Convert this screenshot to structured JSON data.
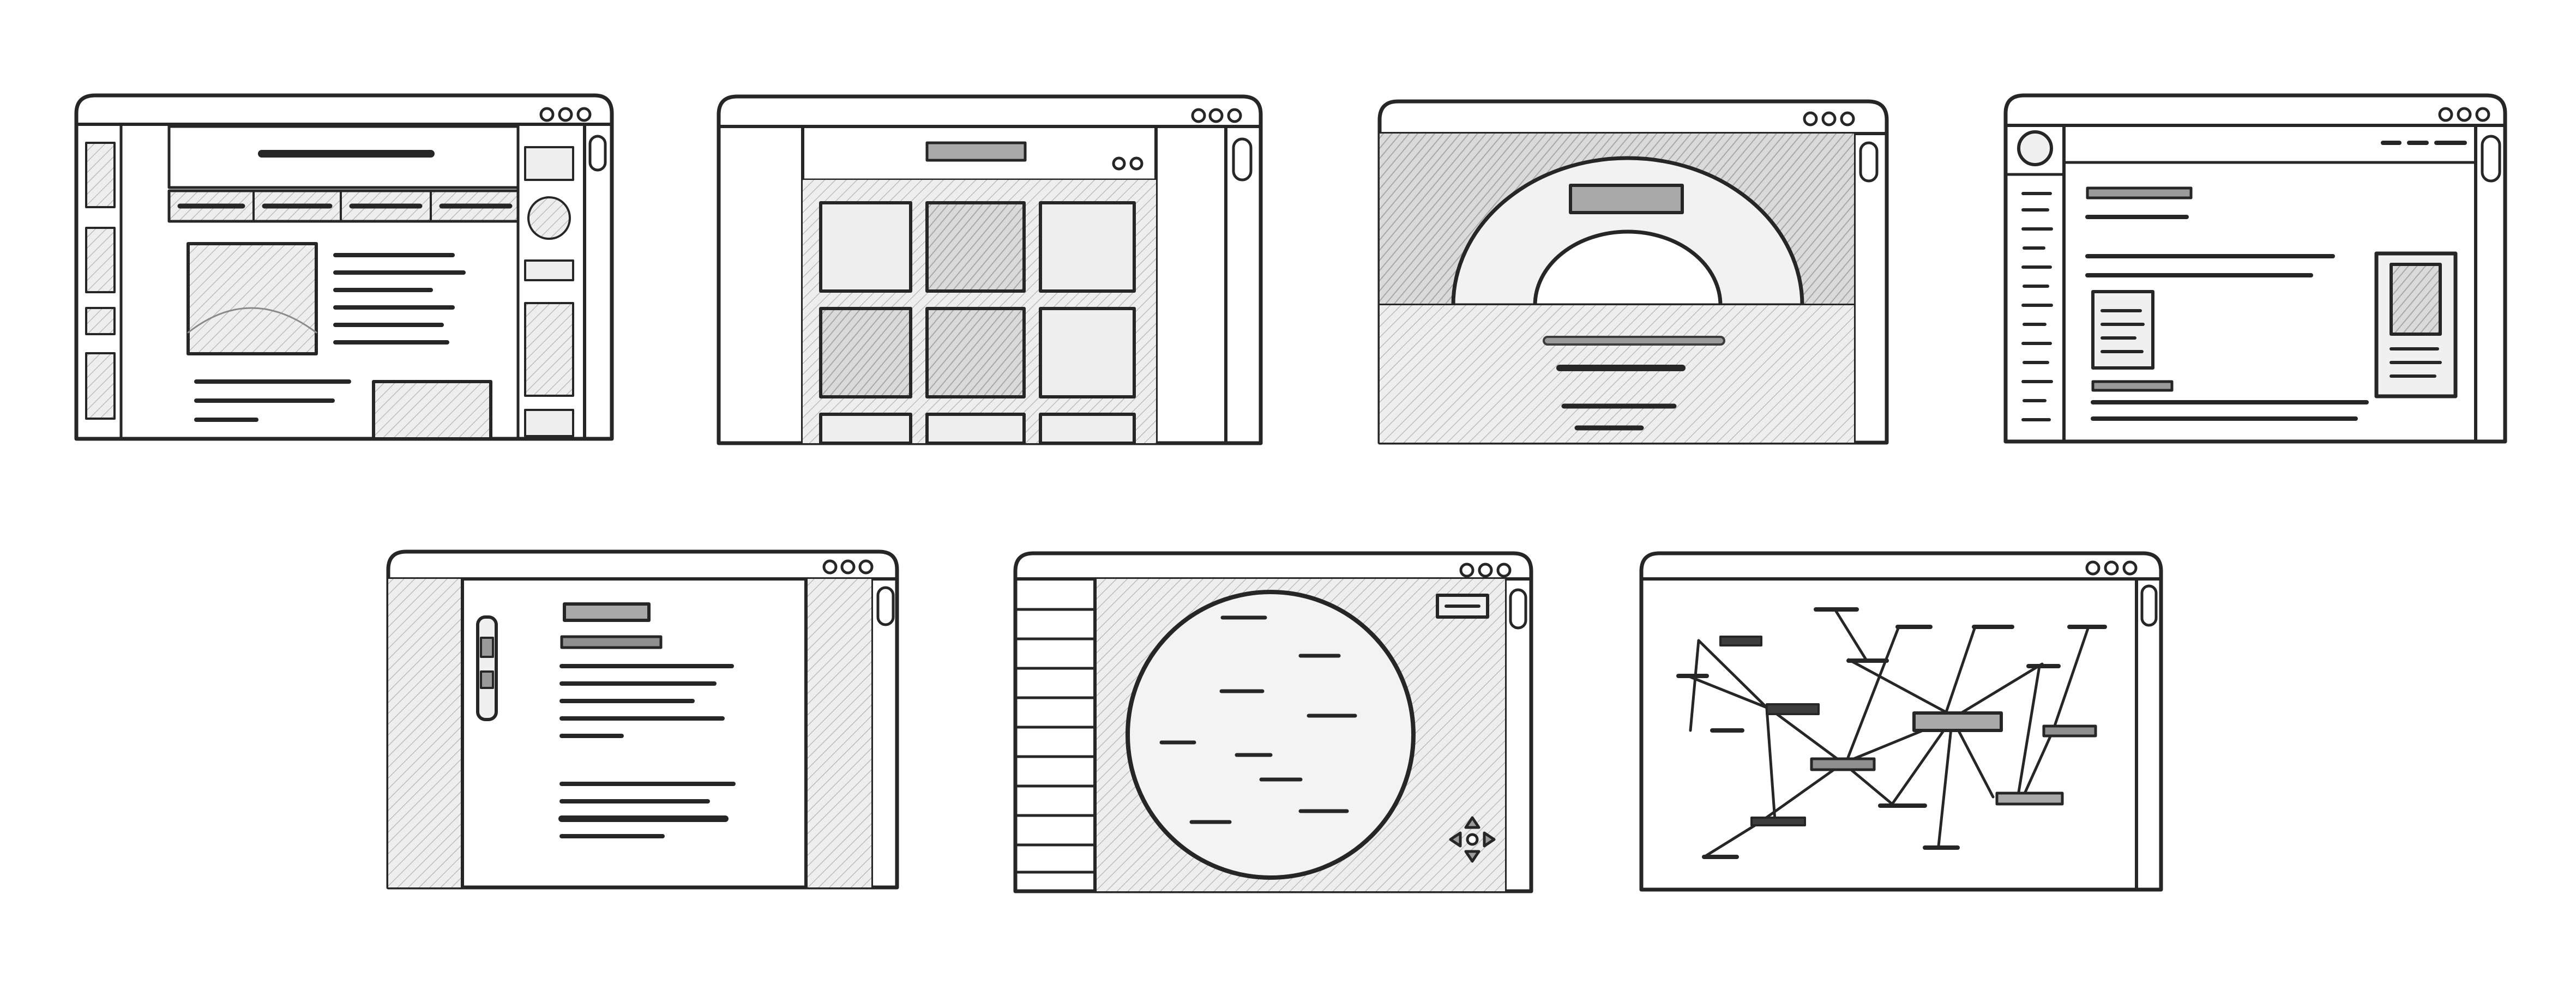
{
  "sheet": {
    "description_free": true,
    "style": "pencil-sketch",
    "colors": {
      "ink": "#262626",
      "paper": "#ffffff",
      "shade": "#d9d9d9",
      "light_shade": "#ececec",
      "bar": "#8f8f8f",
      "dark_bar": "#3c3c3c"
    }
  },
  "windows": [
    {
      "id": "magazine-layout",
      "icon": "browser-window-icon"
    },
    {
      "id": "image-grid-layout",
      "icon": "browser-window-icon"
    },
    {
      "id": "hero-arc-layout",
      "icon": "browser-window-icon"
    },
    {
      "id": "profile-dashboard-layout",
      "icon": "browser-window-icon"
    },
    {
      "id": "article-timeline-layout",
      "icon": "browser-window-icon"
    },
    {
      "id": "circle-map-layout",
      "icon": "browser-window-icon"
    },
    {
      "id": "network-graph-layout",
      "icon": "browser-window-icon"
    }
  ]
}
